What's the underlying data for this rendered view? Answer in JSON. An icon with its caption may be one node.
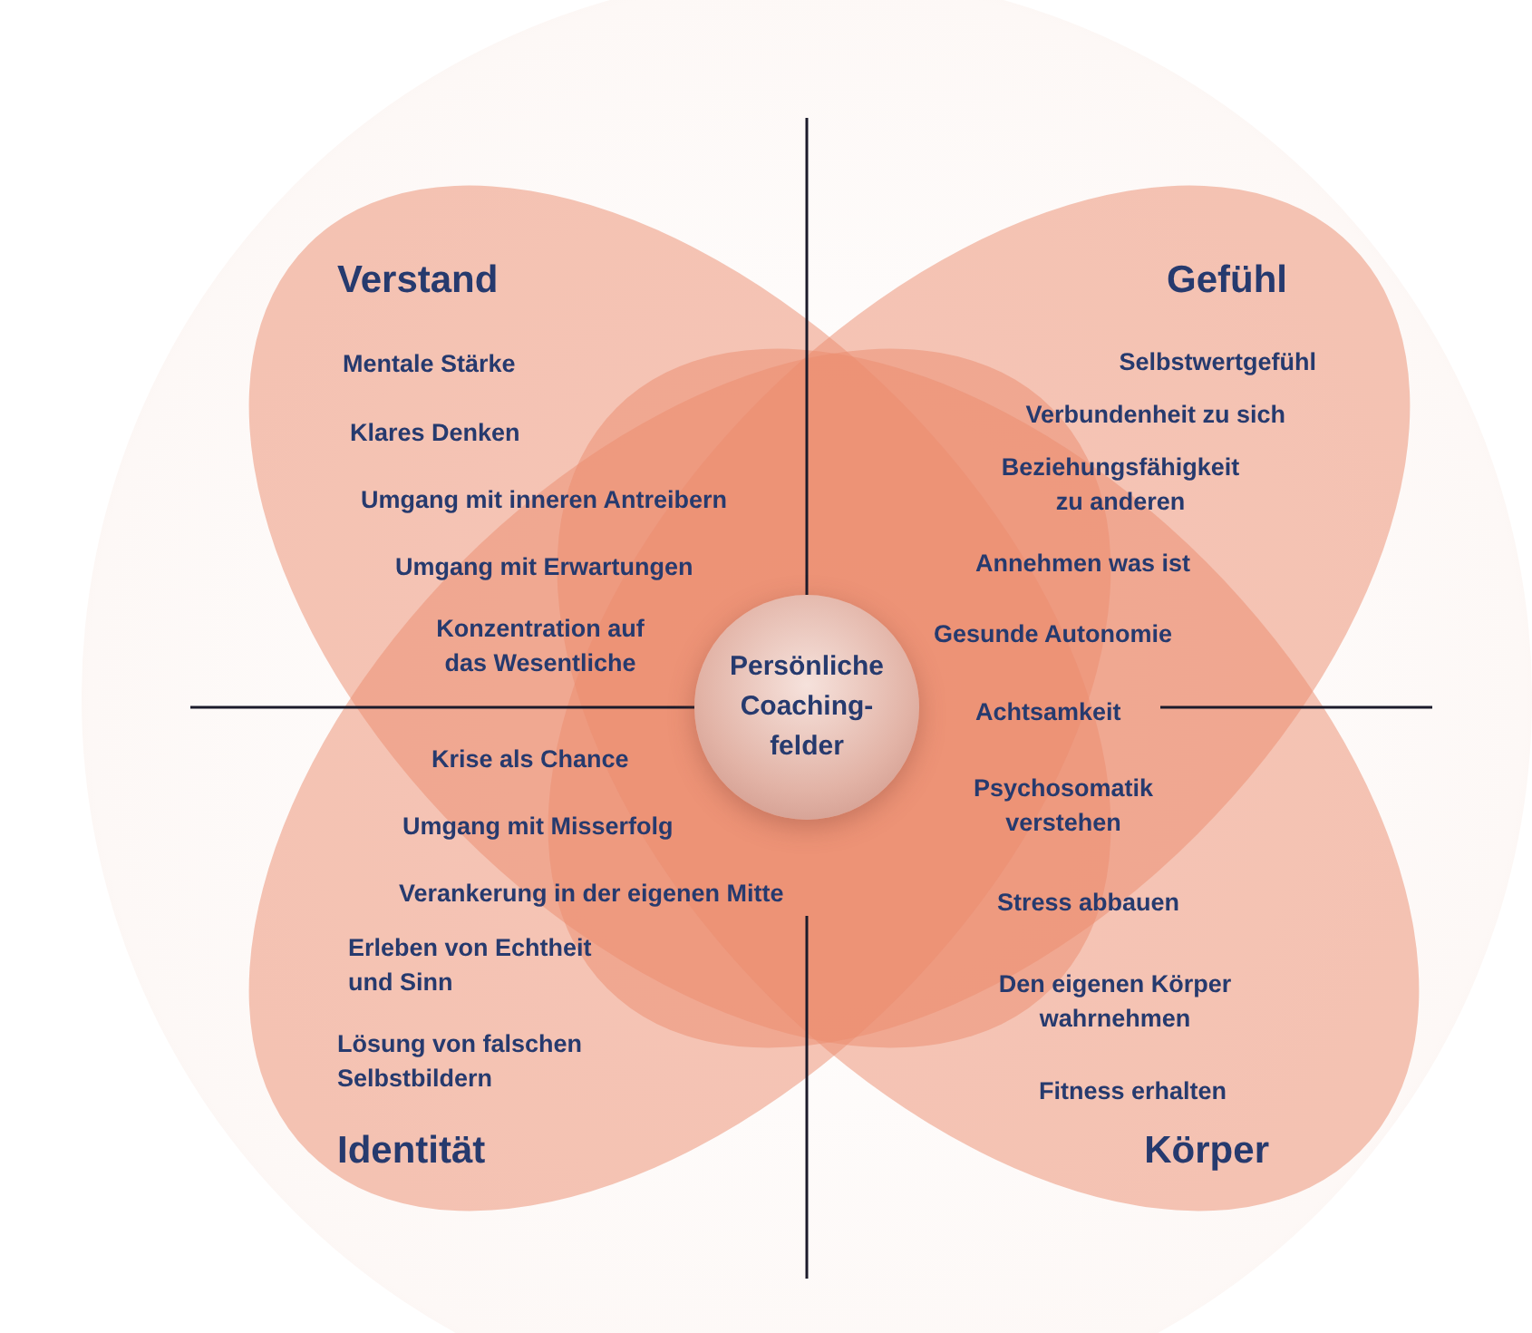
{
  "diagram": {
    "nodes": [
      {
        "text": [
          "Verstand",
          "Mentale Stärke",
          "Klares Denken",
          "Umgang mit inneren Antreibern",
          "Umgang mit Erwartungen",
          "Konzentration auf das Wesentliche"
        ]
      },
      {
        "text": [
          "Gefühl",
          "Selbstwertgefühl",
          "Verbundenheit zu sich",
          "Beziehungsfähigkeit zu anderen",
          "Annehmen was ist",
          "Gesunde Autonomie"
        ]
      },
      {
        "text": [
          "Persönliche Coaching-felder"
        ]
      },
      {
        "text": [
          "Krise als Chance",
          "Umgang mit Misserfolg",
          "Verankerung in der eigenen Mitte",
          "Erleben von Echtheit und Sinn",
          "Lösung von falschen Selbstbildern",
          "Identität"
        ]
      },
      {
        "text": [
          "Achtsamkeit",
          "Psychosomatik verstehen",
          "Stress abbauen",
          "Den eigenen Körper wahrnehmen",
          "Fitness erhalten",
          "Körper"
        ]
      }
    ]
  }
}
